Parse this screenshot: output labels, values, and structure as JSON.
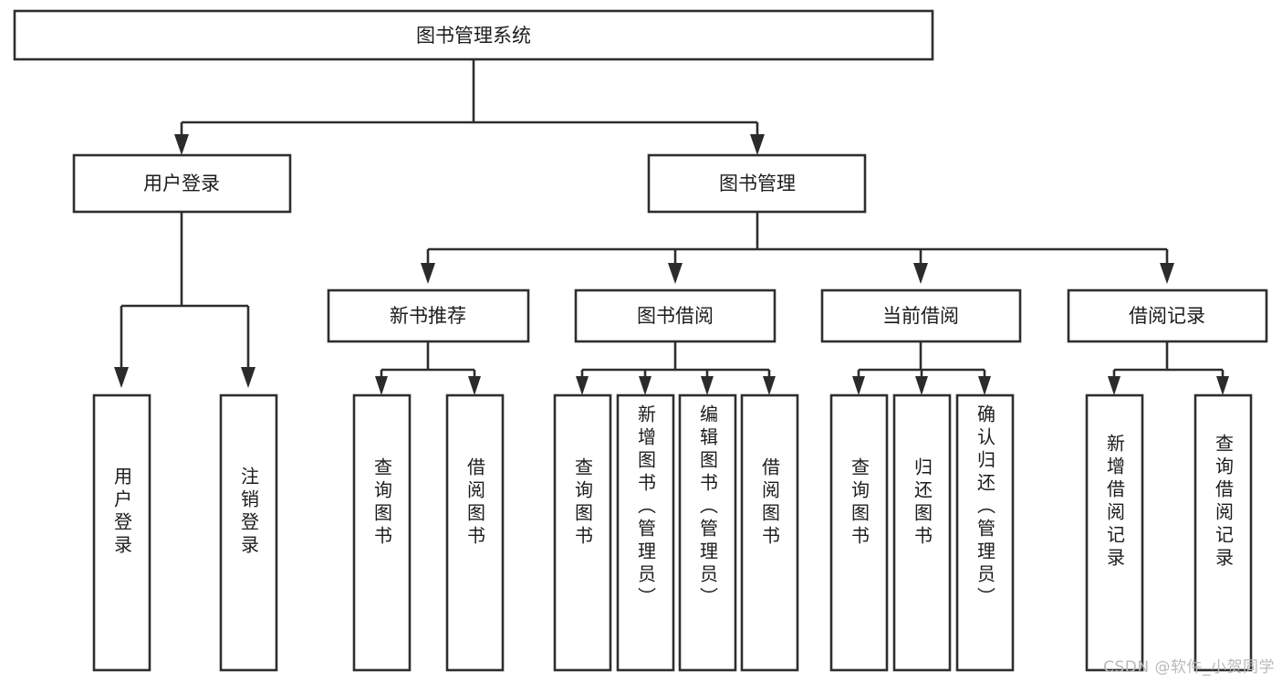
{
  "diagram": {
    "title": "图书管理系统",
    "type": "tree-hierarchy-chart",
    "orientation": "top-down",
    "colors": {
      "box_stroke": "#2e2e2e",
      "box_fill": "#ffffff",
      "connector": "#2e2e2e",
      "arrow": "#2b2b2b",
      "text": "#1c1c1c",
      "background": "#ffffff",
      "watermark": "#b9b9b9"
    }
  },
  "root": {
    "label": "图书管理系统"
  },
  "level2": [
    {
      "label": "用户登录"
    },
    {
      "label": "图书管理"
    }
  ],
  "level3": [
    {
      "label": "新书推荐"
    },
    {
      "label": "图书借阅"
    },
    {
      "label": "当前借阅"
    },
    {
      "label": "借阅记录"
    }
  ],
  "leaves": {
    "user_login": [
      {
        "label": "用户登录"
      },
      {
        "label": "注销登录"
      }
    ],
    "new_book_recommend": [
      {
        "label": "查询图书"
      },
      {
        "label": "借阅图书"
      }
    ],
    "book_borrow": [
      {
        "label": "查询图书"
      },
      {
        "label": "新增图书（管理员）"
      },
      {
        "label": "编辑图书（管理员）"
      },
      {
        "label": "借阅图书"
      }
    ],
    "current_borrow": [
      {
        "label": "查询图书"
      },
      {
        "label": "归还图书"
      },
      {
        "label": "确认归还（管理员）"
      }
    ],
    "borrow_record": [
      {
        "label": "新增借阅记录"
      },
      {
        "label": "查询借阅记录"
      }
    ]
  },
  "watermark": {
    "text": "CSDN @软件_小贺同学"
  }
}
